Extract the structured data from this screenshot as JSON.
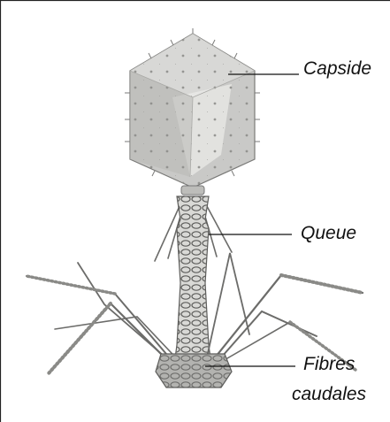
{
  "labels": {
    "capsid": "Capside",
    "tail": "Queue",
    "fibres_line1": "Fibres",
    "fibres_line2": "caudales"
  },
  "colors": {
    "frame": "#222222",
    "capsid_fill": "#c9c9c7",
    "capsid_light": "#e6e6e4",
    "capsid_dark": "#9b9b98",
    "structure": "#6c6c6a",
    "ink": "#111111"
  }
}
